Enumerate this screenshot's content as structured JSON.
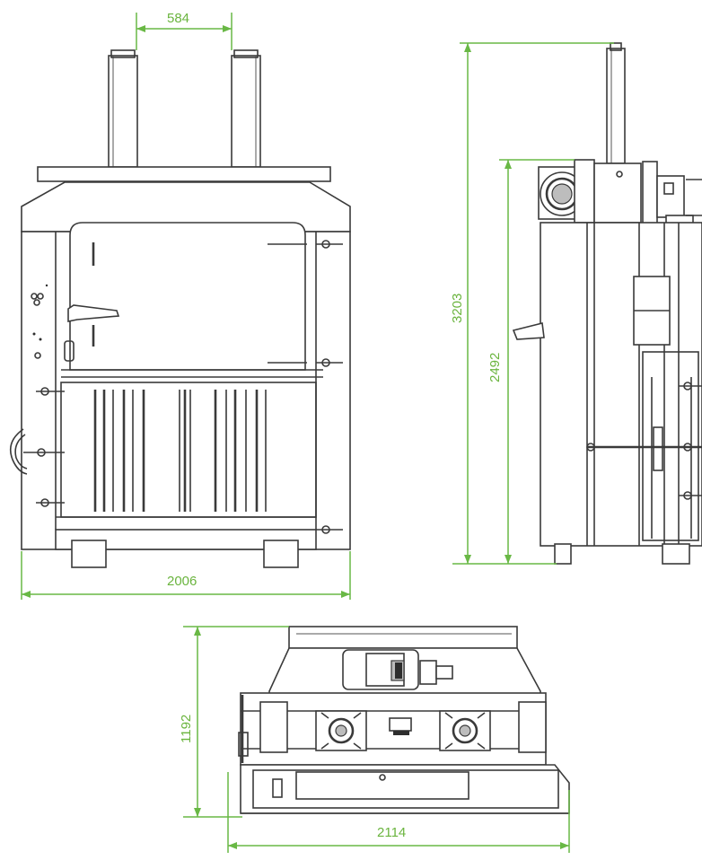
{
  "dimensions": {
    "front_width_top": "584",
    "front_width": "2006",
    "side_total_height": "3203",
    "side_body_height": "2492",
    "top_depth": "1192",
    "top_width": "2114"
  },
  "colors": {
    "dimension": "#69b845",
    "line": "#3a3a3a",
    "background": "#ffffff"
  }
}
